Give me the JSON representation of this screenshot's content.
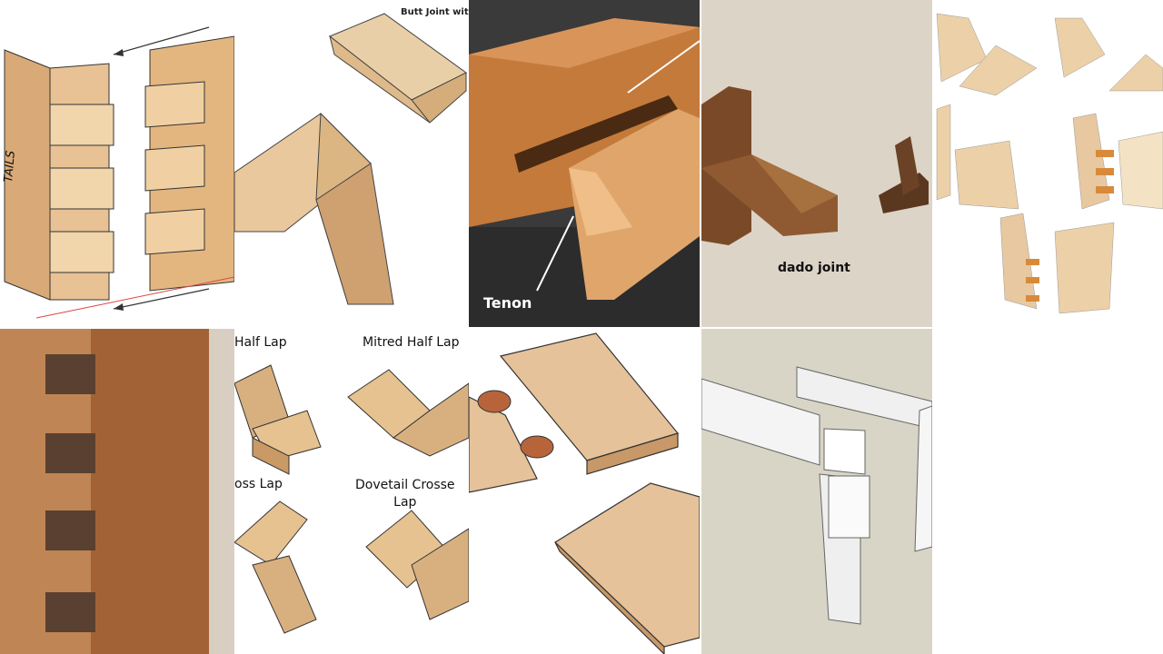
{
  "collage": {
    "tiles": [
      {
        "name": "dovetail-tails-diagram",
        "labels": {
          "tails": "TAILS"
        }
      },
      {
        "name": "butt-joint-diagram",
        "labels": {
          "title": "Butt Joint wit"
        }
      },
      {
        "name": "mortise-tenon-photo",
        "labels": {
          "tenon": "Tenon"
        }
      },
      {
        "name": "dado-joint-photo",
        "labels": {
          "dado": "dado joint"
        }
      },
      {
        "name": "miter-dovetail-variants",
        "labels": {}
      },
      {
        "name": "dovetail-box-corner-photo",
        "labels": {}
      },
      {
        "name": "lap-joints-diagram",
        "labels": {
          "half_lap": "Half Lap",
          "mitred_half_lap": "Mitred Half Lap",
          "cross_lap": "oss Lap",
          "dovetail_crossed_lap": "Dovetail Crosse\nLap"
        }
      },
      {
        "name": "biscuit-joint-diagram",
        "labels": {}
      },
      {
        "name": "mortise-tenon-3d-model",
        "labels": {}
      }
    ]
  },
  "colors": {
    "wood_light": "#e6c79c",
    "wood_mid": "#d4a36e",
    "wood_dark": "#b07a48",
    "oak_photo": "#a86a3c",
    "dado_bg": "#ddd4c8",
    "model_bg": "#d8d5c6"
  }
}
